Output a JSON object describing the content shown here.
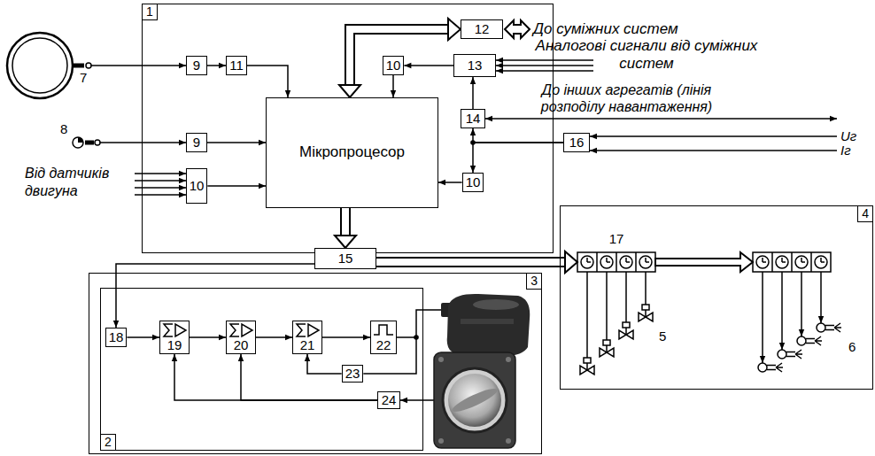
{
  "diagram": {
    "nodes": [
      {
        "text": [
          "1"
        ]
      },
      {
        "text": [
          "9"
        ],
        "in": 0
      },
      {
        "text": [
          "11"
        ],
        "in": 0
      },
      {
        "text": [
          "12"
        ],
        "in": 0
      },
      {
        "text": [
          "13"
        ],
        "in": 0
      },
      {
        "text": [
          "10"
        ],
        "in": 0
      },
      {
        "text": [
          "14"
        ],
        "in": 0
      },
      {
        "text": [
          "9"
        ],
        "in": 0
      },
      {
        "text": [
          "10"
        ],
        "in": 0
      },
      {
        "text": [
          "Мікропроцесор"
        ],
        "in": 0
      },
      {
        "text": [
          "10"
        ],
        "in": 0
      },
      {
        "text": [
          "15"
        ],
        "in": 0
      },
      {
        "text": [
          "16"
        ]
      },
      {
        "text": [
          "3"
        ]
      },
      {
        "text": [
          "2"
        ],
        "in": 13
      },
      {
        "text": [
          "18"
        ],
        "in": 14
      },
      {
        "text": [
          "19"
        ],
        "in": 14
      },
      {
        "text": [
          "20"
        ],
        "in": 14
      },
      {
        "text": [
          "21"
        ],
        "in": 14
      },
      {
        "text": [
          "22"
        ],
        "in": 14
      },
      {
        "text": [
          "23"
        ],
        "in": 14
      },
      {
        "text": [
          "24"
        ],
        "in": 14
      },
      {
        "text": [
          "4"
        ]
      },
      {
        "text": [
          "17"
        ],
        "in": 22
      }
    ],
    "edges": [
      {
        "from": 1,
        "to": 2,
        "arrow": "to"
      },
      {
        "from": 2,
        "to": 9,
        "arrow": "to"
      },
      {
        "from": 7,
        "to": 9,
        "arrow": "to"
      },
      {
        "from": 8,
        "to": 9,
        "arrow": "to"
      },
      {
        "from": 4,
        "to": 5,
        "arrow": "to"
      },
      {
        "from": 5,
        "to": 9,
        "arrow": "to"
      },
      {
        "from": 6,
        "to": 4,
        "arrow": "to"
      },
      {
        "from": 3,
        "to": 9,
        "arrow": "both"
      },
      {
        "from": 12,
        "to": 6,
        "arrow": "to"
      },
      {
        "from": 12,
        "to": 10,
        "arrow": "to"
      },
      {
        "from": 10,
        "to": 9,
        "arrow": "to"
      },
      {
        "from": 9,
        "to": 11,
        "arrow": "to"
      },
      {
        "from": 11,
        "to": 15,
        "arrow": "to"
      },
      {
        "from": 11,
        "to": 23,
        "arrow": "to"
      },
      {
        "from": 15,
        "to": 16,
        "arrow": "to"
      },
      {
        "from": 16,
        "to": 17,
        "arrow": "to"
      },
      {
        "from": 17,
        "to": 18,
        "arrow": "to"
      },
      {
        "from": 18,
        "to": 19,
        "arrow": "to"
      },
      {
        "from": 19,
        "to": 20,
        "arrow": "none"
      },
      {
        "from": 20,
        "to": 18,
        "arrow": "to"
      },
      {
        "from": 21,
        "to": 16,
        "arrow": "to"
      },
      {
        "from": 21,
        "to": 17,
        "arrow": "to"
      }
    ],
    "labels": [
      "До суміжних систем",
      "Аналогові сигнали від суміжних систем",
      "До інших агрегатів (лінія розподілу навантаження)",
      "Uг",
      "Iг",
      "Від датчиків двигуна",
      "7",
      "8",
      "5",
      "6"
    ]
  }
}
